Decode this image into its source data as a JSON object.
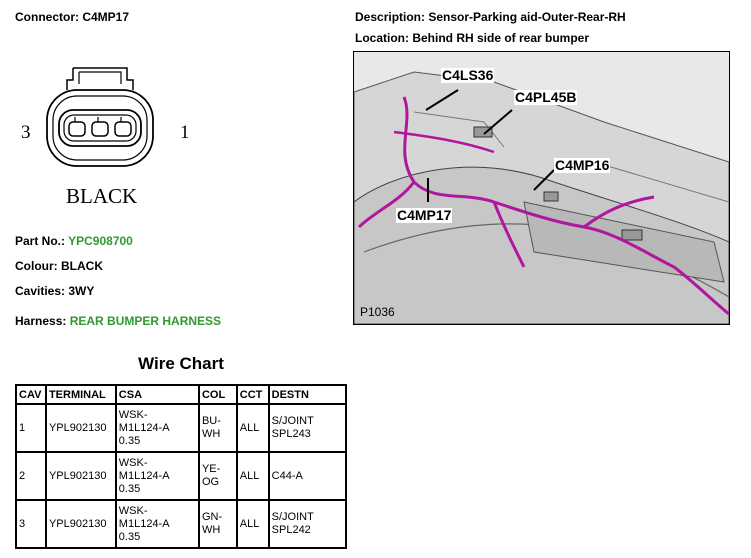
{
  "connector": {
    "label": "Connector: C4MP17",
    "name": "BLACK",
    "pin_left": "3",
    "pin_right": "1"
  },
  "description": "Description: Sensor-Parking aid-Outer-Rear-RH",
  "location": "Location: Behind RH side of rear bumper",
  "details": {
    "part_label": "Part No.: ",
    "part_value": "YPC908700",
    "colour": "Colour: BLACK",
    "cavities": "Cavities: 3WY",
    "harness_label": "Harness: ",
    "harness_value": "REAR BUMPER HARNESS"
  },
  "photo": {
    "callouts": [
      "C4LS36",
      "C4PL45B",
      "C4MP16",
      "C4MP17"
    ],
    "code": "P1036",
    "harness_color": "#b0169e"
  },
  "wire_chart": {
    "title": "Wire Chart",
    "headers": [
      "CAV",
      "TERMINAL",
      "CSA",
      "COL",
      "CCT",
      "DESTN"
    ],
    "rows": [
      [
        "1",
        "YPL902130",
        "WSK-\nM1L124-A\n0.35",
        "BU-\nWH",
        "ALL",
        "S/JOINT\nSPL243"
      ],
      [
        "2",
        "YPL902130",
        "WSK-\nM1L124-A\n0.35",
        "YE-\nOG",
        "ALL",
        "C44-A"
      ],
      [
        "3",
        "YPL902130",
        "WSK-\nM1L124-A\n0.35",
        "GN-\nWH",
        "ALL",
        "S/JOINT\nSPL242"
      ]
    ]
  }
}
